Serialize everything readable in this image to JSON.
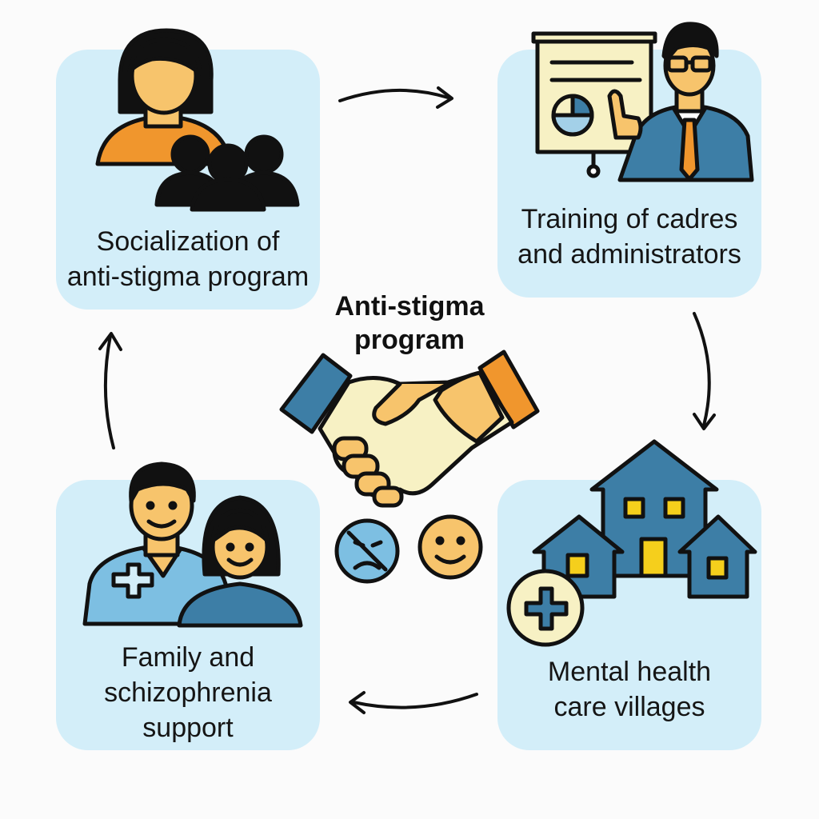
{
  "center": {
    "title": "Anti-stigma\nprogram"
  },
  "steps": [
    {
      "id": "socialization",
      "label": "Socialization of\nanti-stigma program",
      "icon": "people-group-icon"
    },
    {
      "id": "training",
      "label": "Training of cadres\nand administrators",
      "icon": "presentation-trainer-icon"
    },
    {
      "id": "villages",
      "label": "Mental health\ncare villages",
      "icon": "village-houses-icon"
    },
    {
      "id": "family",
      "label": "Family and\nschizophrenia\nsupport",
      "icon": "family-support-icon"
    }
  ],
  "center_icons": [
    "handshake-icon",
    "sad-face-icon",
    "happy-face-icon"
  ],
  "colors": {
    "card": "#d3eef9",
    "blue": "#3d7ea6",
    "orange": "#f0962d",
    "skin": "#f7c46c",
    "yellow": "#f5cf1c",
    "outline": "#111111"
  }
}
